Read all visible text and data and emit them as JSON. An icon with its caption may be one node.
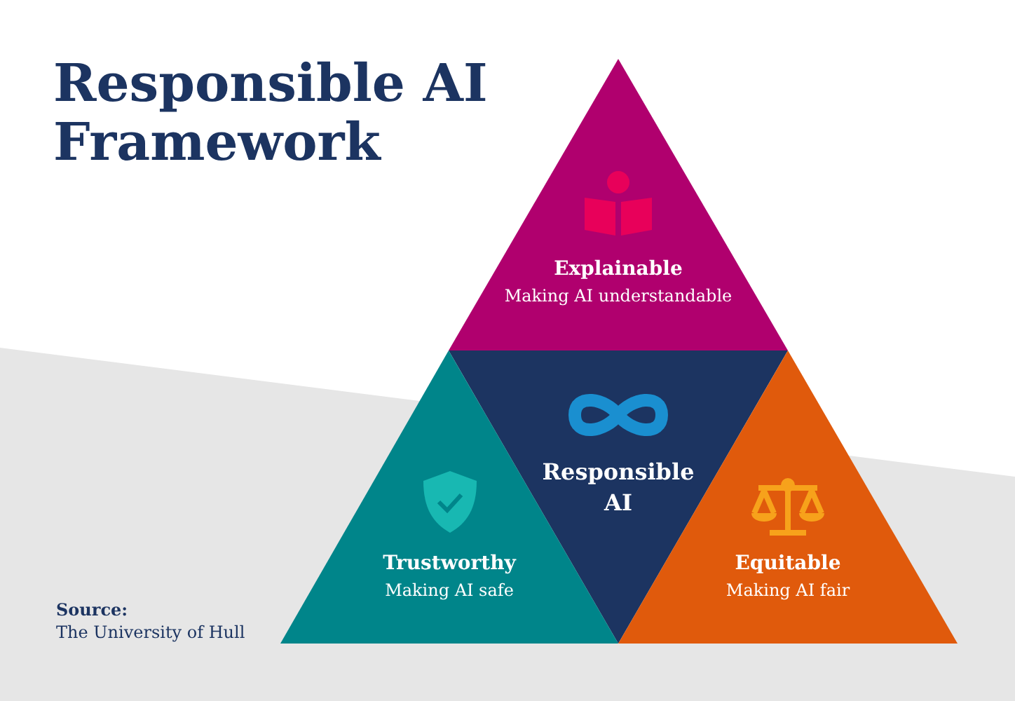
{
  "diagram": {
    "title": "Responsible AI Framework",
    "nodes": [
      {
        "text": [
          "Explainable",
          "Making AI understandable"
        ]
      },
      {
        "text": [
          "Responsible AI"
        ]
      },
      {
        "text": [
          "Trustworthy",
          "Making AI safe"
        ]
      },
      {
        "text": [
          "Equitable",
          "Making AI fair"
        ]
      }
    ],
    "labels": [
      "Source:",
      "The University of Hull"
    ]
  }
}
